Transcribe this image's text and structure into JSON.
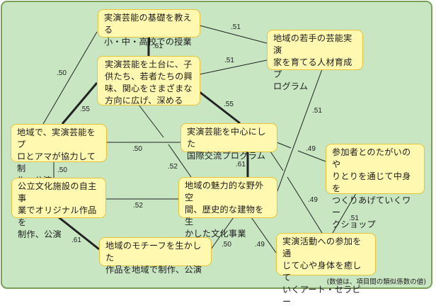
{
  "diagram": {
    "colors": {
      "background": "#c8e6c2",
      "frame_border": "#7ca05a",
      "node_fill": "#fff8b0",
      "node_border": "#e8c23a",
      "line": "#222222"
    },
    "nodes": [
      {
        "id": "A",
        "text": "実演芸能の基礎を教える\n小・中・高校での授業"
      },
      {
        "id": "B",
        "text": "地域の若手の芸能実演\n家を育てる人材育成プ\nログラム"
      },
      {
        "id": "C",
        "text": "実演芸能を土台に、子\n供たち、若者たちの興\n味、関心をさまざまな\n方向に広げ、深める"
      },
      {
        "id": "D",
        "text": "地域で、実演芸能をプ\nロとアマが協力して制\n作、公演"
      },
      {
        "id": "E",
        "text": "実演芸能を中心にした\n国際交流プログラム"
      },
      {
        "id": "F",
        "text": "参加者とのたがいのや\nりとりを通じて中身を\nつくりあげていくワー\nクショップ"
      },
      {
        "id": "G",
        "text": "公立文化施設の自主事\n業でオリジナル作品を\n制作、公演"
      },
      {
        "id": "H",
        "text": "地域の魅力的な野外空\n間、歴史的な建物を生\nかした文化事業"
      },
      {
        "id": "I",
        "text": "地域のモチーフを生かした\n作品を地域で制作、公演"
      },
      {
        "id": "J",
        "text": "実演活動への参加を通\nじて心や身体を癒して\nいくアート・セラピー"
      }
    ],
    "edges": [
      {
        "from": "A",
        "to": "C",
        "value": ".61",
        "strong": true
      },
      {
        "from": "A",
        "to": "B",
        "value": ".51",
        "strong": false
      },
      {
        "from": "A",
        "to": "D",
        "value": ".50",
        "strong": false
      },
      {
        "from": "C",
        "to": "B",
        "value": ".51",
        "strong": false
      },
      {
        "from": "C",
        "to": "D",
        "value": ".55",
        "strong": true
      },
      {
        "from": "C",
        "to": "E",
        "value": ".55",
        "strong": true
      },
      {
        "from": "C",
        "to": "H",
        "value": ".52",
        "strong": false
      },
      {
        "from": "D",
        "to": "E",
        "value": ".50",
        "strong": false
      },
      {
        "from": "D",
        "to": "G",
        "value": ".50",
        "strong": false
      },
      {
        "from": "B",
        "to": "H",
        "value": ".51",
        "strong": false
      },
      {
        "from": "E",
        "to": "F",
        "value": ".49",
        "strong": false
      },
      {
        "from": "E",
        "to": "H",
        "value": ".61",
        "strong": true
      },
      {
        "from": "E",
        "to": "J",
        "value": ".49",
        "strong": false
      },
      {
        "from": "G",
        "to": "H",
        "value": ".52",
        "strong": false
      },
      {
        "from": "G",
        "to": "I",
        "value": ".61",
        "strong": true
      },
      {
        "from": "H",
        "to": "I",
        "value": ".50",
        "strong": false
      },
      {
        "from": "H",
        "to": "J",
        "value": ".49",
        "strong": false
      },
      {
        "from": "F",
        "to": "J",
        "value": ".51",
        "strong": false
      }
    ],
    "note": "(数値は、項目間の類似係数の値)"
  }
}
